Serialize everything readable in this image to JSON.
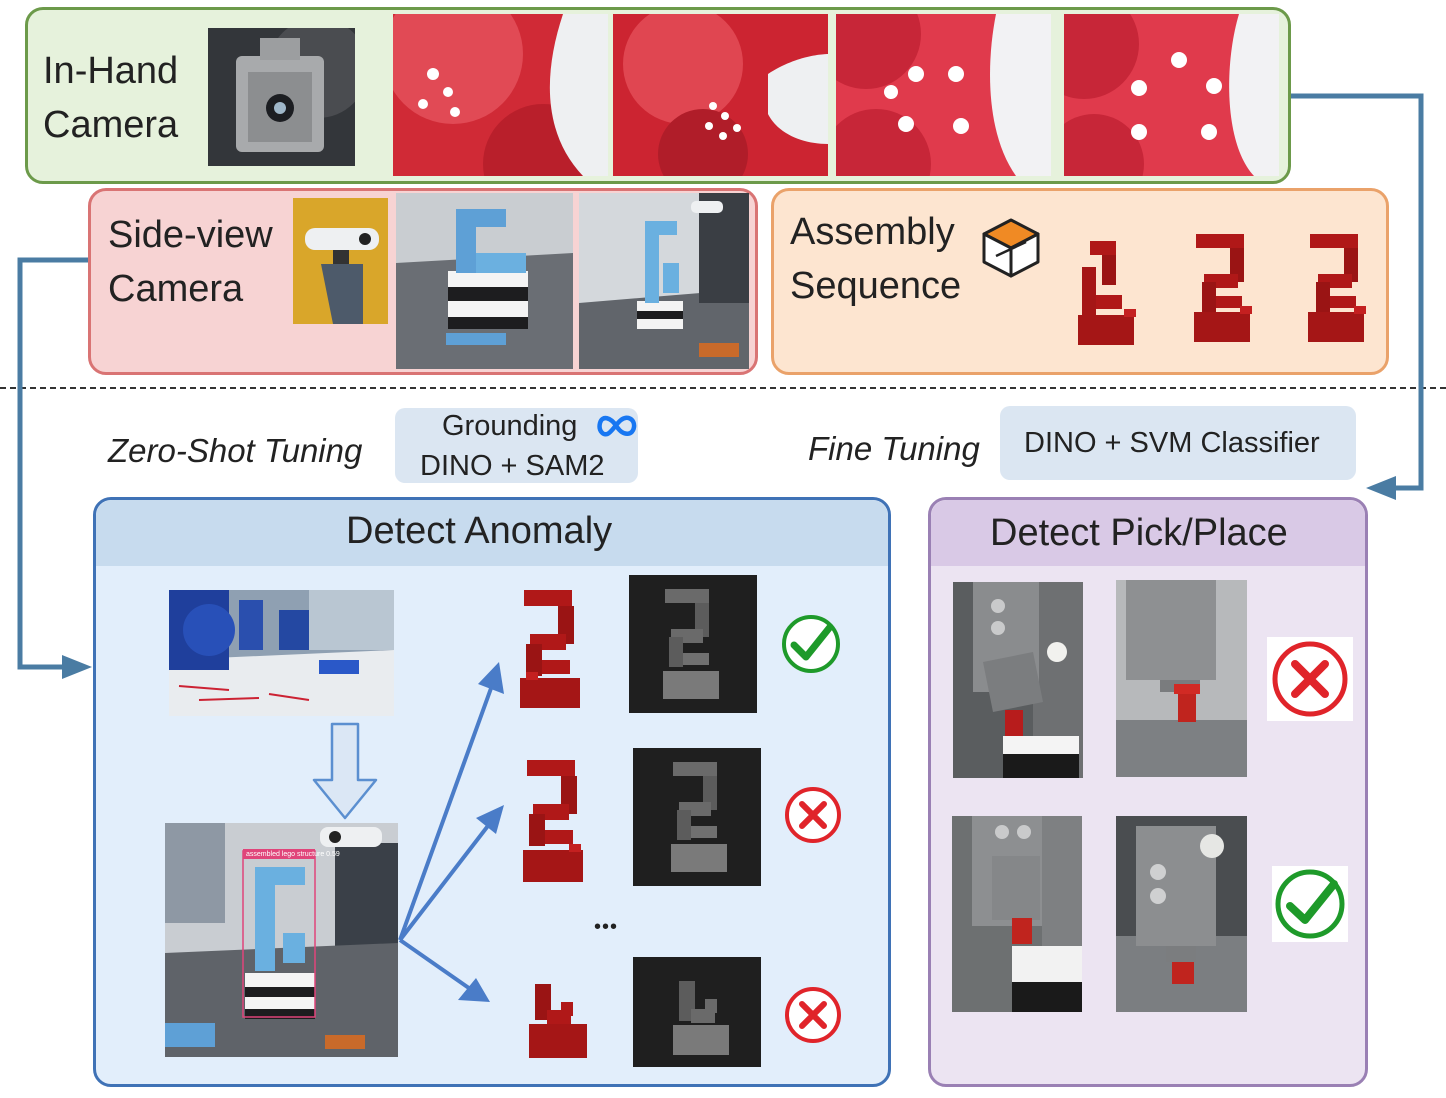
{
  "in_hand": {
    "label_line1": "In-Hand",
    "label_line2": "Camera"
  },
  "side_view": {
    "label_line1": "Side-view",
    "label_line2": "Camera"
  },
  "assembly": {
    "label_line1": "Assembly",
    "label_line2": "Sequence"
  },
  "zero_shot": {
    "label": "Zero-Shot Tuning",
    "model_line1": "Grounding",
    "model_line2": "DINO + SAM2",
    "logo": "meta-infinity-icon"
  },
  "fine_tuning": {
    "label": "Fine Tuning",
    "model": "DINO + SVM Classifier"
  },
  "anomaly": {
    "title": "Detect Anomaly",
    "detection_label": "assembled lego structure 0.59",
    "ellipsis": "•••",
    "results": [
      "check-icon",
      "cross-icon",
      "cross-icon"
    ]
  },
  "pick_place": {
    "title": "Detect Pick/Place",
    "results": [
      "cross-icon",
      "check-icon"
    ]
  },
  "colors": {
    "green_panel": "#e6f2dc",
    "green_border": "#6c9a4a",
    "red_panel": "#f7d3d3",
    "red_border": "#d97474",
    "orange_panel": "#fde5d0",
    "orange_border": "#eaa26a",
    "blue_panel": "#e2eefb",
    "blue_border": "#3f72b6",
    "purple_panel": "#ece4f2",
    "purple_border": "#9a80b4",
    "arrow": "#4a7ca3",
    "lego_red": "#b01818",
    "check_green": "#1e9a2a",
    "cross_red": "#e0242a"
  }
}
